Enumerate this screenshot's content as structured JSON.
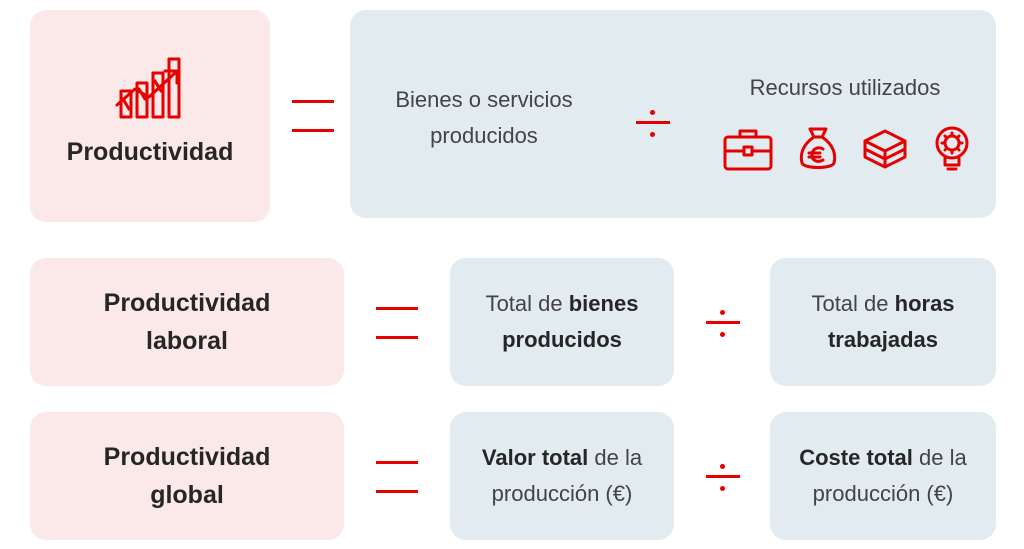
{
  "row1": {
    "left_label": "Productividad",
    "numerator": "Bienes o servicios producidos",
    "numerator_line1": "Bienes o servicios",
    "numerator_line2": "producidos",
    "denominator": "Recursos utilizados",
    "icons": [
      "chart-growth-icon",
      "briefcase-icon",
      "money-bag-euro-icon",
      "layers-stack-icon",
      "lightbulb-gear-icon"
    ]
  },
  "row2": {
    "left_line1": "Productividad",
    "left_line2": "laboral",
    "num_prefix": "Total de ",
    "num_bold1": "bienes",
    "num_bold2": "producidos",
    "den_prefix": "Total de ",
    "den_bold1": "horas",
    "den_bold2": "trabajadas"
  },
  "row3": {
    "left_line1": "Productividad",
    "left_line2": "global",
    "num_bold": "Valor total",
    "num_suffix": " de la",
    "num_line2": "producción (€)",
    "den_bold": "Coste total",
    "den_suffix": " de la",
    "den_line2": "producción (€)"
  },
  "colors": {
    "accent": "#e60000",
    "pink_box": "#fbe8e8",
    "blue_box": "#e1ebf0"
  }
}
